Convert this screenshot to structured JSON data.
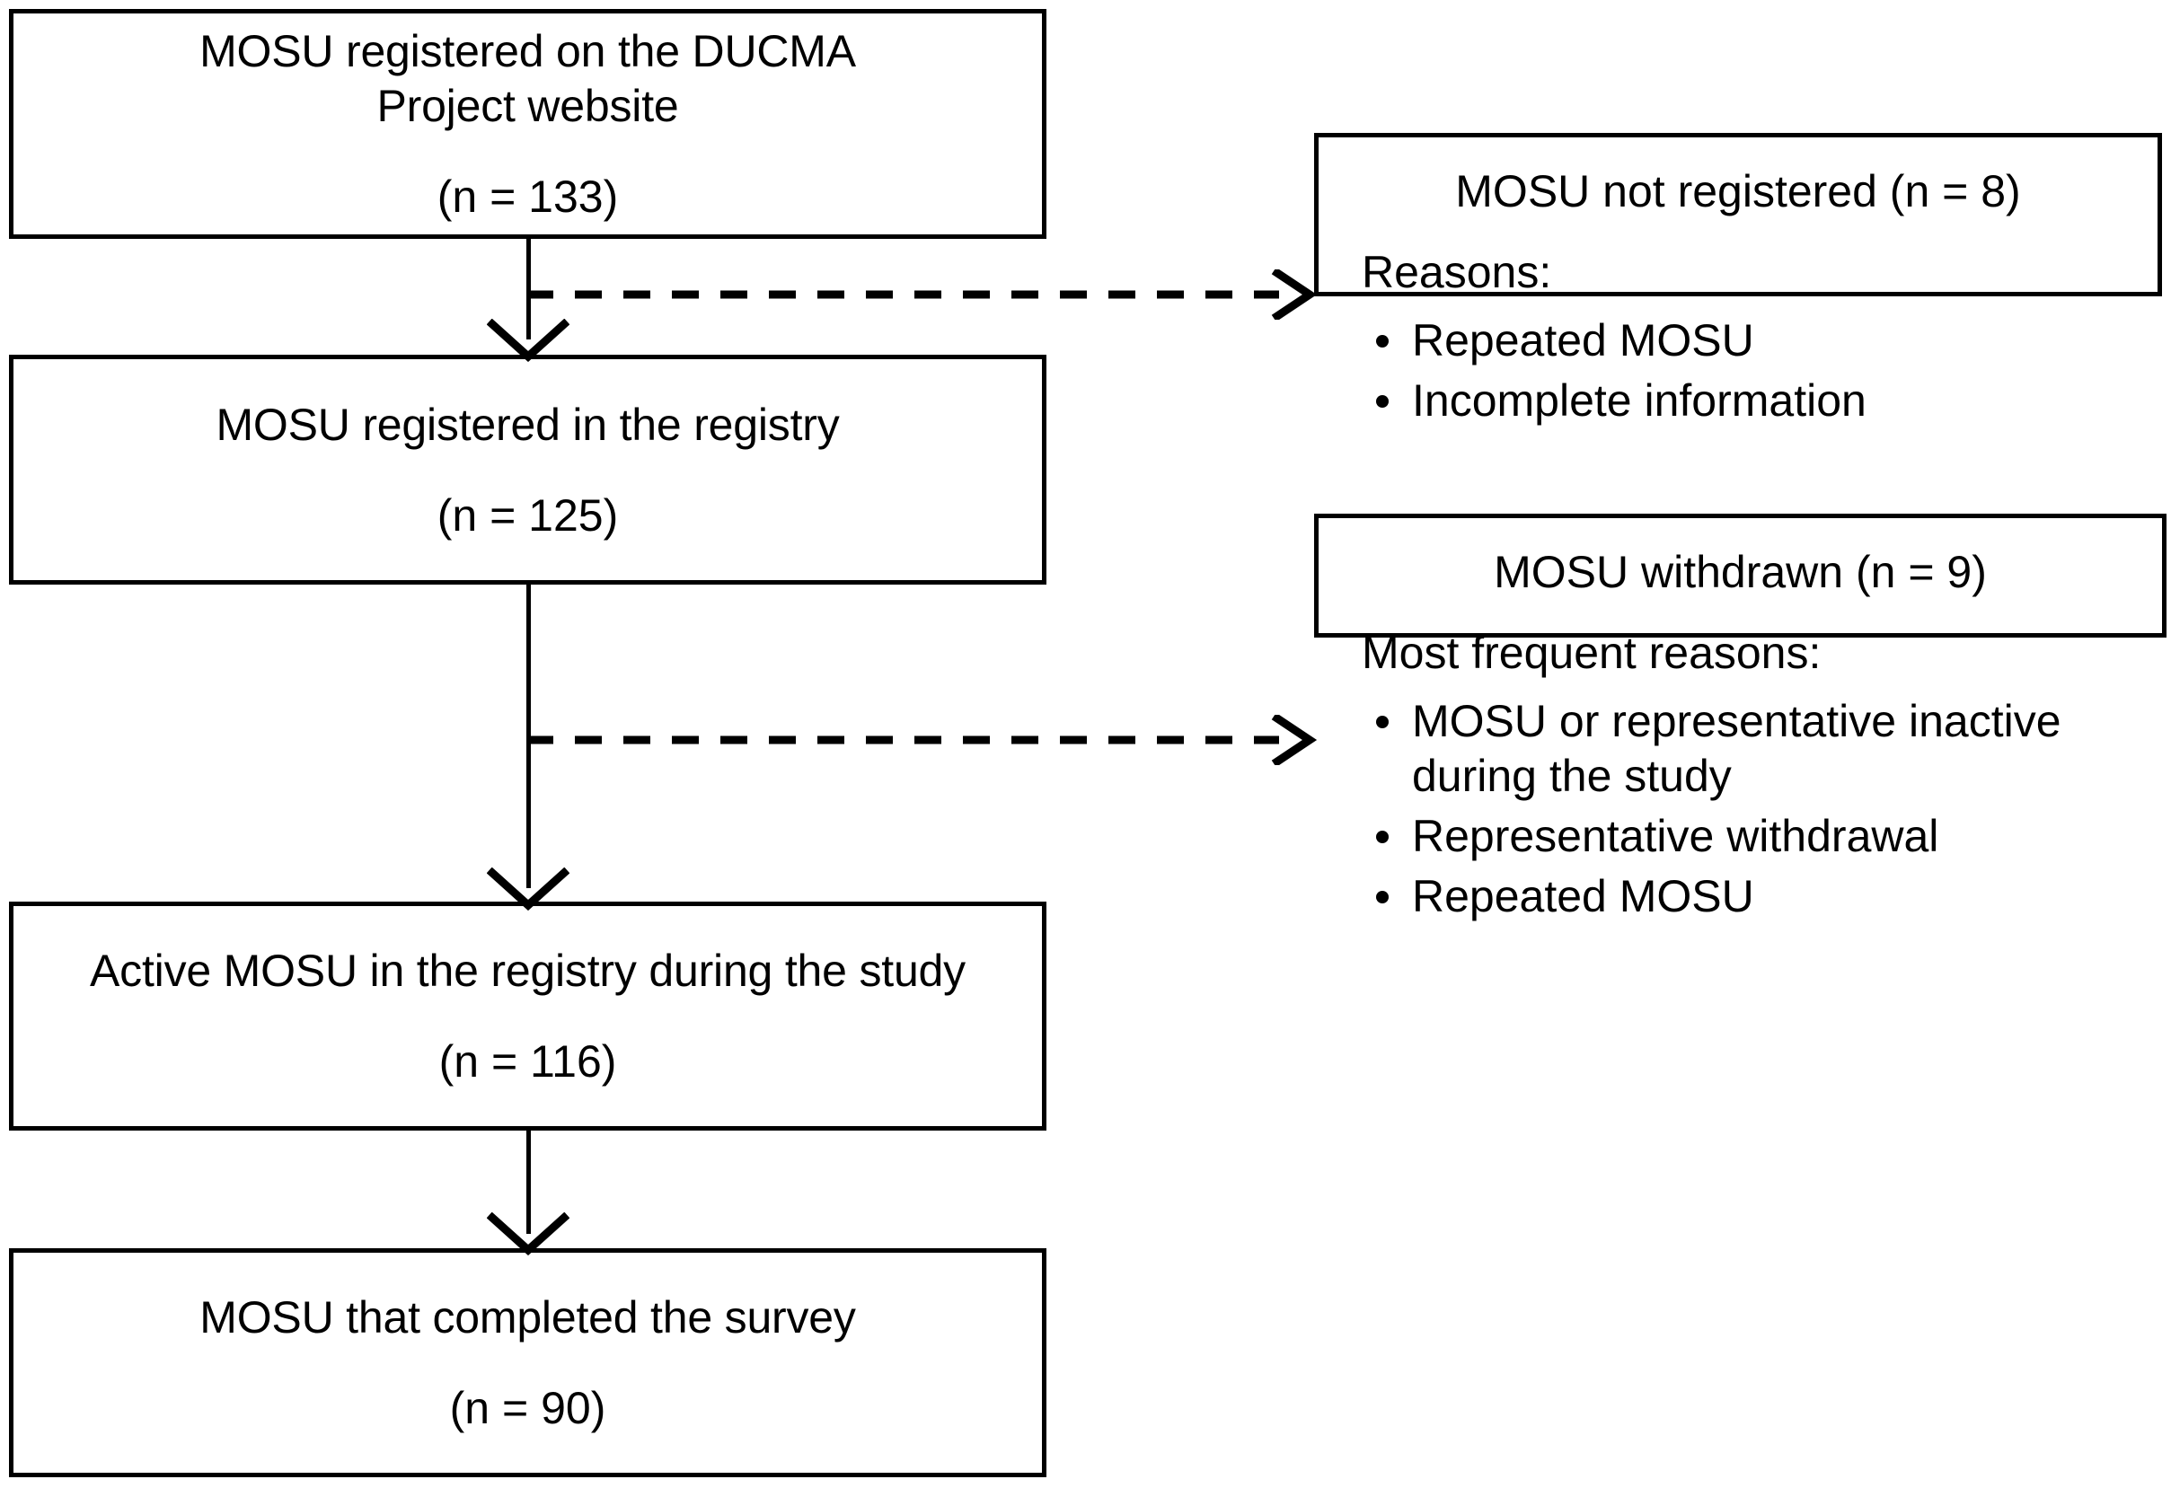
{
  "figure": {
    "type": "flow-diagram",
    "title": "MOSU study participant flow",
    "accent_color": "#000000",
    "background_color": "#ffffff"
  },
  "flow_boxes": [
    {
      "id": "registered-website",
      "title": "MOSU registered on the DUCMA\nProject website",
      "n_label": "(n = 133)",
      "n_value": 133
    },
    {
      "id": "registered-registry",
      "title": "MOSU registered in the registry",
      "n_label": "(n = 125)",
      "n_value": 125
    },
    {
      "id": "active-registry",
      "title": "Active MOSU in the registry during the study",
      "n_label": "(n = 116)",
      "n_value": 116
    },
    {
      "id": "completed-survey",
      "title": "MOSU that completed the survey",
      "n_label": "(n = 90)",
      "n_value": 90
    }
  ],
  "side_boxes": [
    {
      "id": "not-registered",
      "title": "MOSU not registered (n = 8)",
      "n_value": 8,
      "subtitle": "Reasons:",
      "items": [
        "Repeated MOSU",
        "Incomplete information"
      ]
    },
    {
      "id": "withdrawn",
      "title": "MOSU withdrawn (n = 9)",
      "n_value": 9,
      "subtitle": "Most frequent reasons:",
      "items": [
        "MOSU or representative inactive during the study",
        "Representative withdrawal",
        "Repeated MOSU"
      ]
    }
  ],
  "connectors": [
    {
      "id": "arrow-1-to-2",
      "style": "solid",
      "direction": "down"
    },
    {
      "id": "arrow-2-to-3",
      "style": "solid",
      "direction": "down"
    },
    {
      "id": "arrow-3-to-4",
      "style": "solid",
      "direction": "down"
    },
    {
      "id": "arrow-to-not-registered",
      "style": "dashed",
      "direction": "right"
    },
    {
      "id": "arrow-to-withdrawn",
      "style": "dashed",
      "direction": "right"
    }
  ]
}
